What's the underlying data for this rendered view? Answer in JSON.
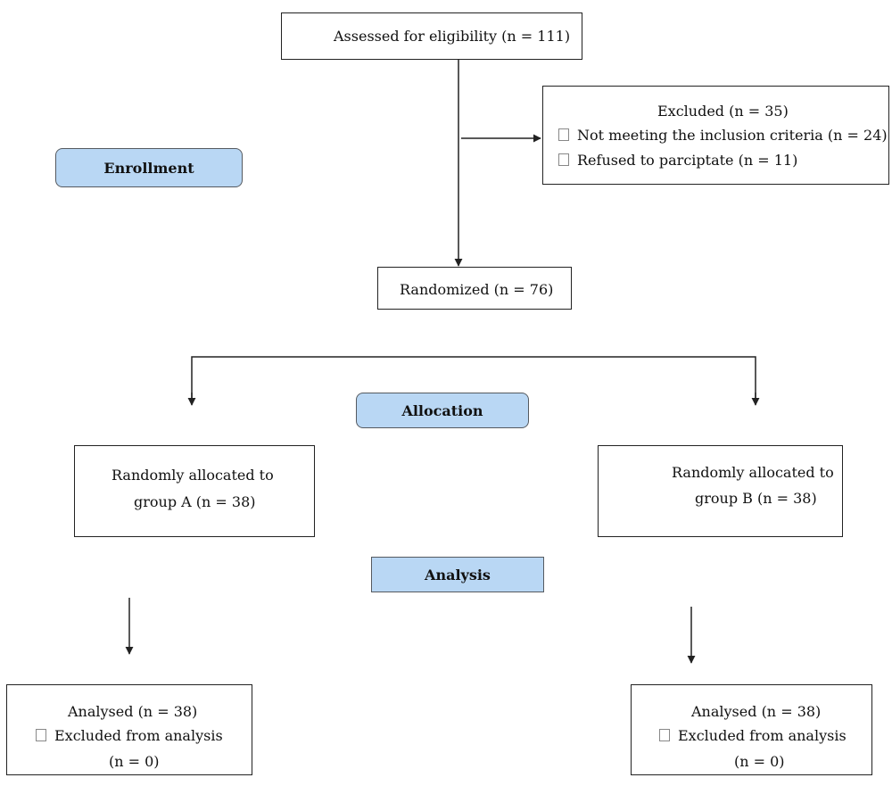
{
  "enrollment": {
    "phase_label": "Enrollment",
    "assessed": "Assessed for eligibility (n = 111)",
    "excluded": {
      "title": "Excluded (n = 35)",
      "items": [
        "Not meeting the inclusion criteria (n = 24)",
        "Refused to parciptate (n = 11)"
      ]
    },
    "randomized": "Randomized (n = 76)"
  },
  "allocation": {
    "phase_label": "Allocation",
    "group_a": {
      "line1": "Randomly allocated to",
      "line2": "group A (n = 38)"
    },
    "group_b": {
      "line1": "Randomly allocated to",
      "line2": "group B (n = 38)"
    }
  },
  "analysis": {
    "phase_label": "Analysis",
    "group_a": {
      "analysed": "Analysed (n = 38)",
      "excluded": "Excluded from analysis",
      "excluded_count": "(n = 0)"
    },
    "group_b": {
      "analysed": "Analysed (n = 38)",
      "excluded": "Excluded from analysis",
      "excluded_count": "(n = 0)"
    }
  },
  "colors": {
    "phase_fill": "#b9d7f4",
    "line": "#222222"
  }
}
